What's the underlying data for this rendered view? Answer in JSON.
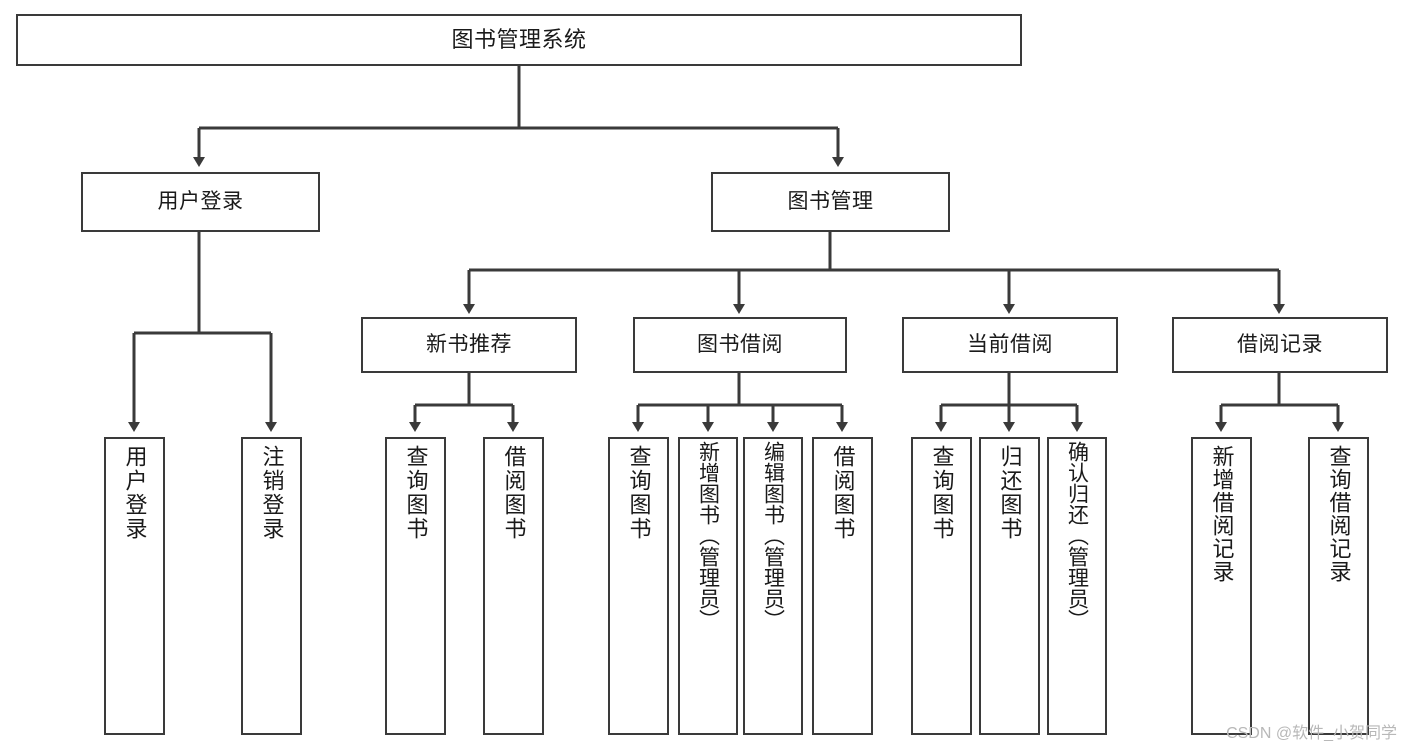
{
  "diagram": {
    "title": "图书管理系统",
    "type": "tree-hierarchy-diagram",
    "colors": {
      "node_border": "#3a3a3a",
      "node_fill": "#ffffff",
      "edge": "#3a3a3a",
      "text": "#1a1a1a",
      "watermark": "#b8b8b8",
      "background": "#ffffff"
    },
    "root": {
      "label": "图书管理系统"
    },
    "level1": [
      {
        "label": "用户登录"
      },
      {
        "label": "图书管理"
      }
    ],
    "level2": [
      {
        "label": "新书推荐"
      },
      {
        "label": "图书借阅"
      },
      {
        "label": "当前借阅"
      },
      {
        "label": "借阅记录"
      }
    ],
    "leaves": {
      "user_login": [
        {
          "label": "用户登录"
        },
        {
          "label": "注销登录"
        }
      ],
      "new_book_recommend": [
        {
          "label": "查询图书"
        },
        {
          "label": "借阅图书"
        }
      ],
      "book_borrow": [
        {
          "label": "查询图书"
        },
        {
          "label": "新增图书（管理员）"
        },
        {
          "label": "编辑图书（管理员）"
        },
        {
          "label": "借阅图书"
        }
      ],
      "current_borrow": [
        {
          "label": "查询图书"
        },
        {
          "label": "归还图书"
        },
        {
          "label": "确认归还（管理员）"
        }
      ],
      "borrow_record": [
        {
          "label": "新增借阅记录"
        },
        {
          "label": "查询借阅记录"
        }
      ]
    },
    "watermark": "CSDN @软件_小贺同学"
  }
}
